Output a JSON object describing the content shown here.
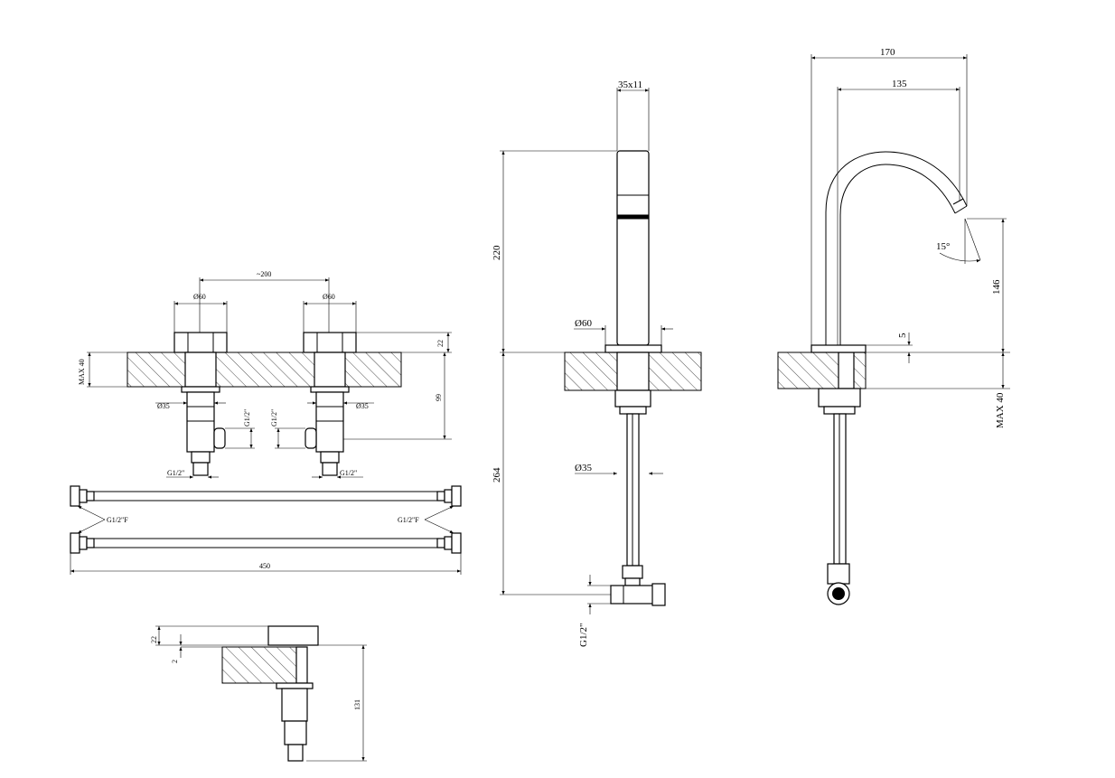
{
  "dimensions": {
    "spacing_200": "~200",
    "dia60_left": "Ø60",
    "dia60_right": "Ø60",
    "max40_left": "MAX 40",
    "top22_left": "22",
    "depth99": "99",
    "dia35_left": "Ø35",
    "dia35_right": "Ø35",
    "g12_vert_left": "G1/2\"",
    "g12_vert_right": "G1/2\"",
    "g12_bottom_left": "G1/2\"",
    "g12_bottom_right": "G1/2\"",
    "hose_g12f_left": "G1/2\"F",
    "hose_g12f_right": "G1/2\"F",
    "hose_450": "450",
    "side_22": "22",
    "side_2": "2",
    "side_131": "131",
    "spout_35x11": "35x11",
    "spout_220": "220",
    "spout_dia60": "Ø60",
    "spout_264": "264",
    "spout_dia35": "Ø35",
    "spout_g12": "G1/2\"",
    "arc_170": "170",
    "arc_135": "135",
    "arc_15deg": "15°",
    "arc_146": "146",
    "arc_5": "5",
    "arc_max40": "MAX 40"
  }
}
